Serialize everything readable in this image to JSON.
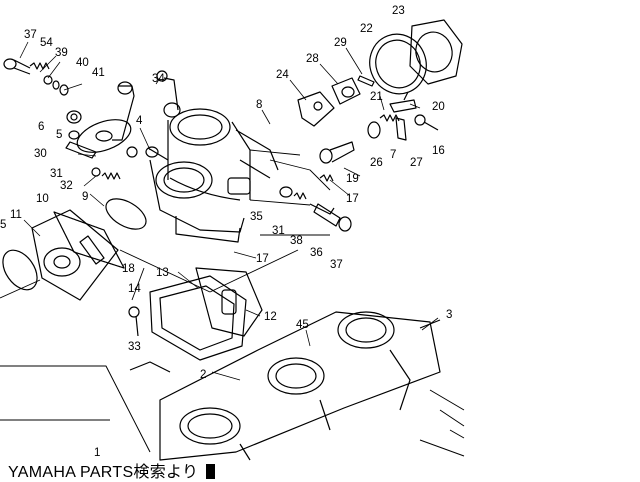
{
  "caption": "YAMAHA  PARTS検索より",
  "part_labels": [
    {
      "id": "37a",
      "text": "37"
    },
    {
      "id": "54",
      "text": "54"
    },
    {
      "id": "39",
      "text": "39"
    },
    {
      "id": "40",
      "text": "40"
    },
    {
      "id": "41",
      "text": "41"
    },
    {
      "id": "6",
      "text": "6"
    },
    {
      "id": "5a",
      "text": "5"
    },
    {
      "id": "34",
      "text": "34"
    },
    {
      "id": "4",
      "text": "4"
    },
    {
      "id": "8",
      "text": "8"
    },
    {
      "id": "24",
      "text": "24"
    },
    {
      "id": "28",
      "text": "28"
    },
    {
      "id": "29",
      "text": "29"
    },
    {
      "id": "22",
      "text": "22"
    },
    {
      "id": "23",
      "text": "23"
    },
    {
      "id": "21",
      "text": "21"
    },
    {
      "id": "20",
      "text": "20"
    },
    {
      "id": "30",
      "text": "30"
    },
    {
      "id": "31a",
      "text": "31"
    },
    {
      "id": "32",
      "text": "32"
    },
    {
      "id": "9",
      "text": "9"
    },
    {
      "id": "10",
      "text": "10"
    },
    {
      "id": "11",
      "text": "11"
    },
    {
      "id": "5b",
      "text": "5"
    },
    {
      "id": "18",
      "text": "18"
    },
    {
      "id": "26",
      "text": "26"
    },
    {
      "id": "7",
      "text": "7"
    },
    {
      "id": "27",
      "text": "27"
    },
    {
      "id": "16",
      "text": "16"
    },
    {
      "id": "19",
      "text": "19"
    },
    {
      "id": "17a",
      "text": "17"
    },
    {
      "id": "35",
      "text": "35"
    },
    {
      "id": "31b",
      "text": "31"
    },
    {
      "id": "38",
      "text": "38"
    },
    {
      "id": "36",
      "text": "36"
    },
    {
      "id": "37b",
      "text": "37"
    },
    {
      "id": "17b",
      "text": "17"
    },
    {
      "id": "13",
      "text": "13"
    },
    {
      "id": "14",
      "text": "14"
    },
    {
      "id": "12",
      "text": "12"
    },
    {
      "id": "33",
      "text": "33"
    },
    {
      "id": "45",
      "text": "45"
    },
    {
      "id": "3",
      "text": "3"
    },
    {
      "id": "2",
      "text": "2"
    },
    {
      "id": "1",
      "text": "1"
    }
  ]
}
